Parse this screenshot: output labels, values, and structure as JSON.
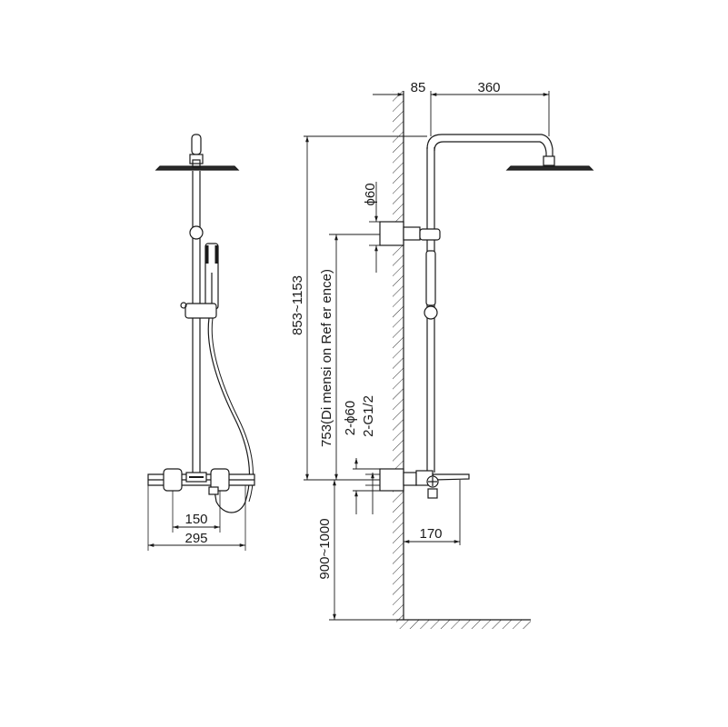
{
  "dimensions": {
    "wall_offset": "85",
    "arm_length": "360",
    "head_diameter": "ϕ60",
    "height_range": "853~1153",
    "reference_height": "753(Di mensi on Ref er ence)",
    "inlet_diameter": "2-ϕ60",
    "inlet_thread": "2-G1/2",
    "inlet_spacing": "150",
    "overall_width": "295",
    "mount_height": "900~1000",
    "spout_projection": "170"
  }
}
